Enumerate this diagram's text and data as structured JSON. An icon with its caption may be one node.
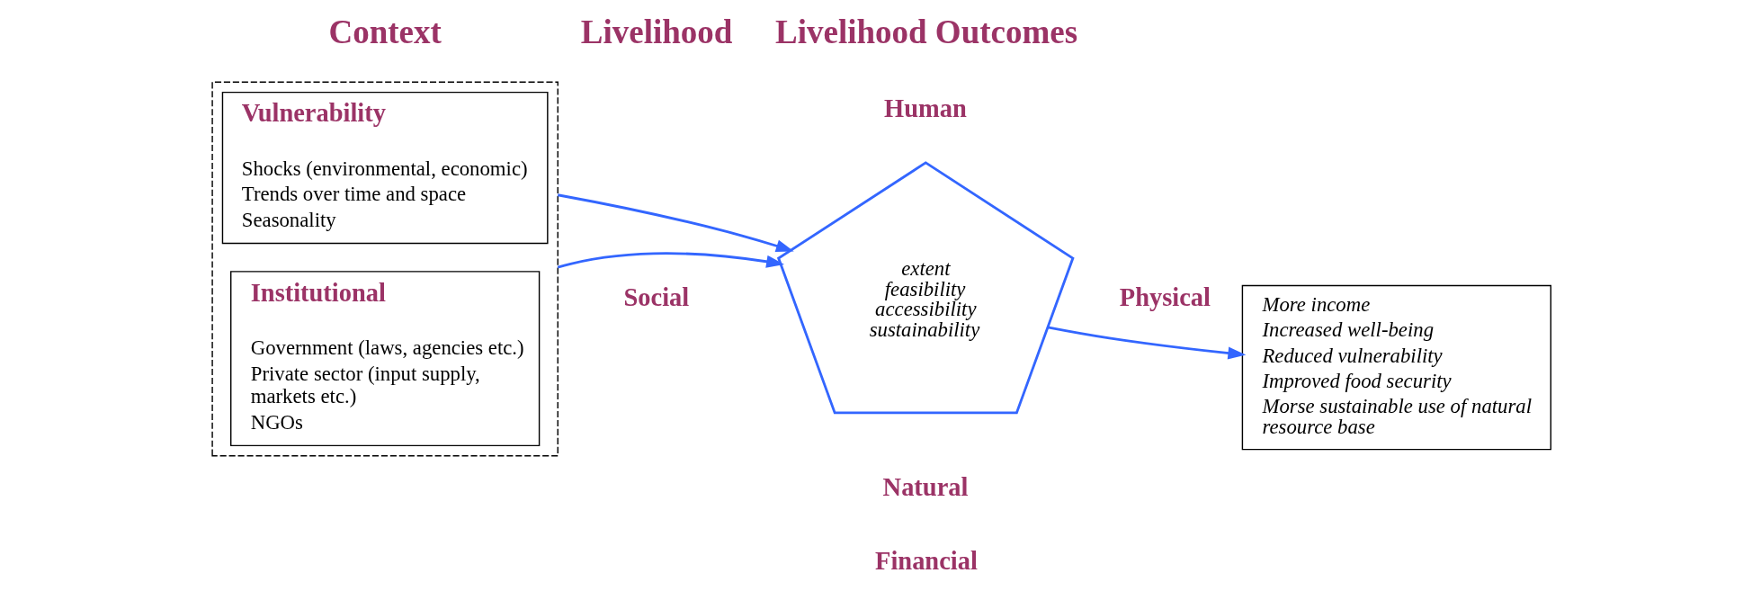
{
  "diagram": {
    "nodes": [
      {
        "text": [],
        "shape": "box"
      },
      {
        "text": [
          "Vulnerability",
          "Shocks (environmental, economic)",
          "Trends over time and space",
          "Seasonality"
        ],
        "in": 0
      },
      {
        "text": [
          "Institutional",
          "Government (laws, agencies etc.)",
          "Private sector (input supply, markets etc.)",
          "NGOs"
        ],
        "in": 0
      },
      {
        "text": [
          "extent",
          "feasibility",
          "accessibility",
          "sustainability"
        ],
        "beside": [
          "Human",
          "Social",
          "Physical",
          "Natural",
          "Financial"
        ]
      },
      {
        "text": [
          "More income",
          "Increased well-being",
          "Reduced vulnerability",
          "Improved food security",
          "Morse sustainable use of natural resource base"
        ]
      }
    ],
    "edges": [
      {
        "from": 0,
        "to": 3,
        "arrow": "to"
      },
      {
        "from": 0,
        "to": 3,
        "arrow": "to"
      },
      {
        "from": 3,
        "to": 4,
        "arrow": "to"
      }
    ],
    "labels": [
      "Context",
      "Livelihood",
      "Livelihood Outcomes"
    ]
  }
}
